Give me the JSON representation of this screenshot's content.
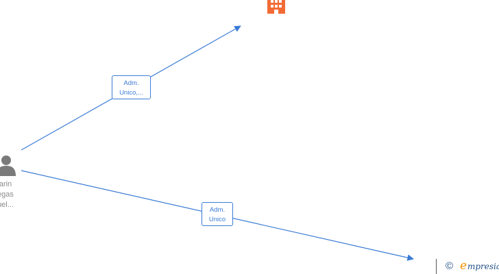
{
  "person": {
    "label_lines": [
      "arin",
      "egas",
      "uel..."
    ]
  },
  "edges": [
    {
      "label_lines": [
        "Adm.",
        "Unico,..."
      ]
    },
    {
      "label_lines": [
        "Adm.",
        "Unico"
      ]
    }
  ],
  "brand": {
    "copyright": "©",
    "logo_first_letter": "e",
    "logo_rest": "mpresia"
  },
  "colors": {
    "edge": "#3a7bd5",
    "company_icon": "#f26b35",
    "person_icon": "#7a7a7a",
    "brand_blue": "#1f4f86",
    "brand_orange": "#f39200"
  }
}
